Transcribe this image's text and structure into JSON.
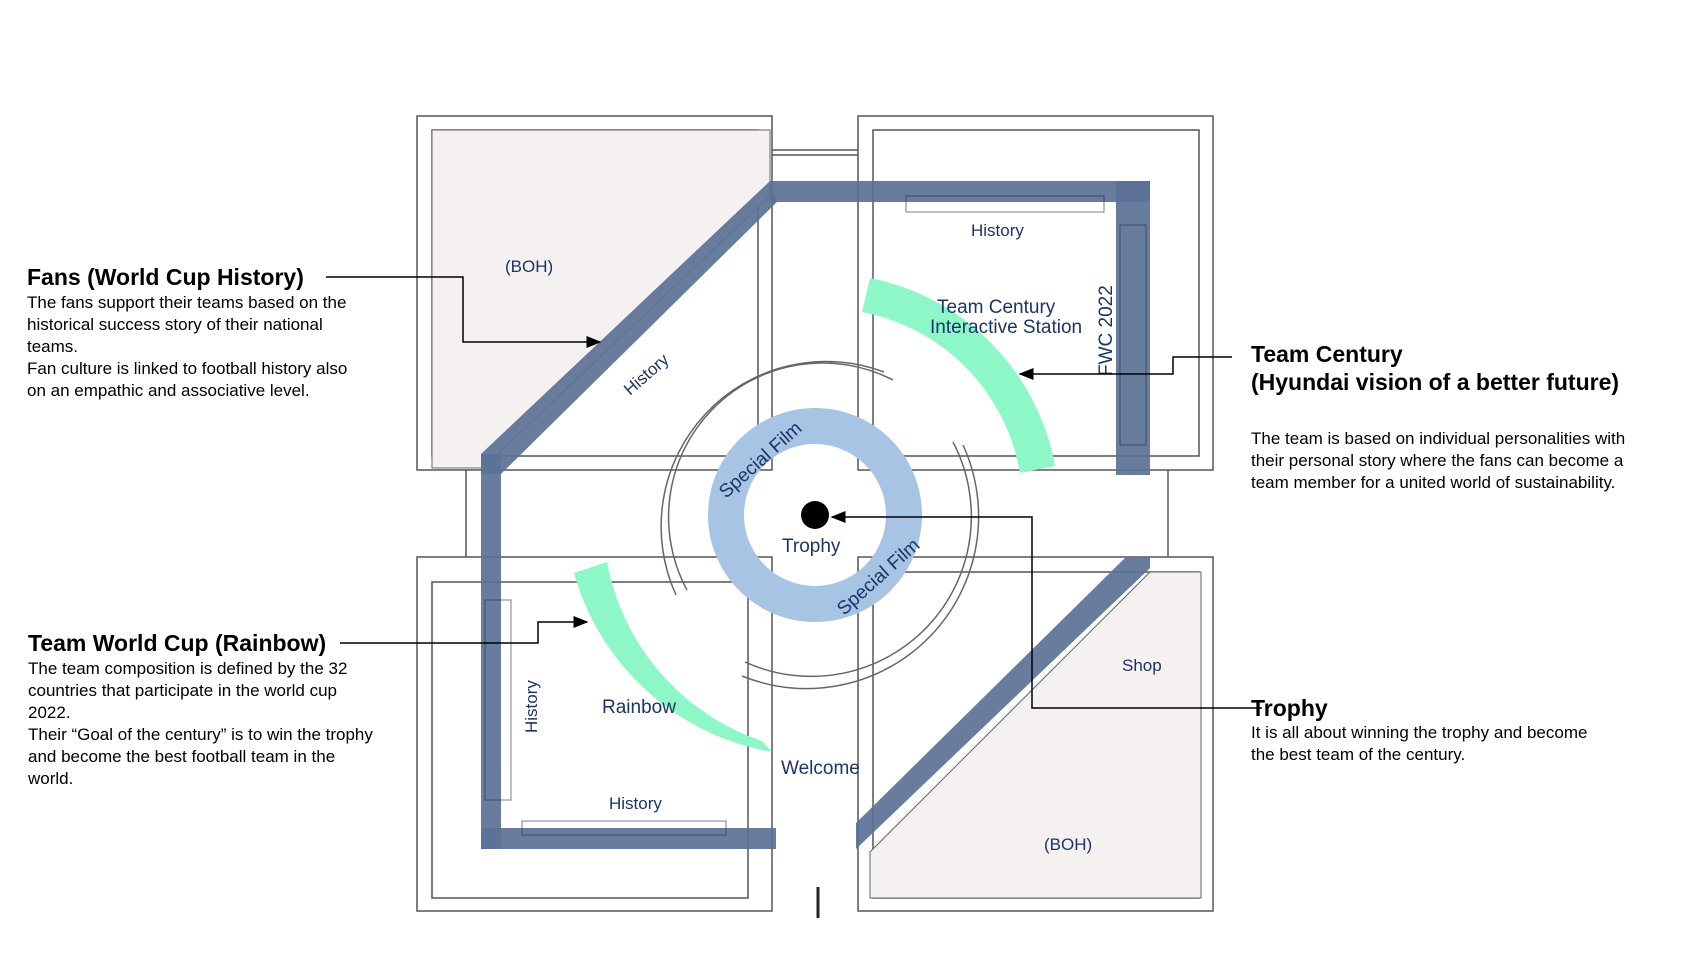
{
  "zones": {
    "boh_top_left": "(BOH)",
    "boh_bottom_right": "(BOH)",
    "shop": "Shop",
    "history_top": "History",
    "history_diagonal": "History",
    "history_left": "History",
    "history_bottom": "History",
    "fwc": "FWC 2022",
    "team_century_line1": "Team Century",
    "team_century_line2": "Interactive Station",
    "special_film_top": "Special Film",
    "special_film_bottom": "Special Film",
    "trophy": "Trophy",
    "rainbow": "Rainbow",
    "welcome": "Welcome"
  },
  "annotations": {
    "fans": {
      "title": "Fans (World Cup History)",
      "lines": [
        "The fans support their teams based on the",
        "historical success story of their national",
        "teams.",
        "Fan culture is linked to football history also",
        "on an empathic and associative level."
      ]
    },
    "team_world_cup": {
      "title": "Team World Cup (Rainbow)",
      "lines": [
        "The team composition is defined by the 32",
        "countries that participate in the world cup",
        "2022.",
        "Their “Goal of the century” is to win the trophy",
        "and become the best football team in the",
        "world."
      ]
    },
    "team_century": {
      "title_line1": "Team Century",
      "title_line2": "(Hyundai vision of a better future)",
      "lines": [
        "The team is based on individual personalities with",
        "their personal story where the fans can become a",
        "team member for a united world of sustainability."
      ]
    },
    "trophy": {
      "title": "Trophy",
      "lines": [
        "It is all about winning the trophy and become",
        "the best team of the century."
      ]
    }
  },
  "colors": {
    "history_band": "#5b7196",
    "green_arc": "#8ef7c8",
    "film_ring": "#a7c4e4",
    "boh_fill": "#f4f1f0",
    "label_text": "#1c3466"
  }
}
